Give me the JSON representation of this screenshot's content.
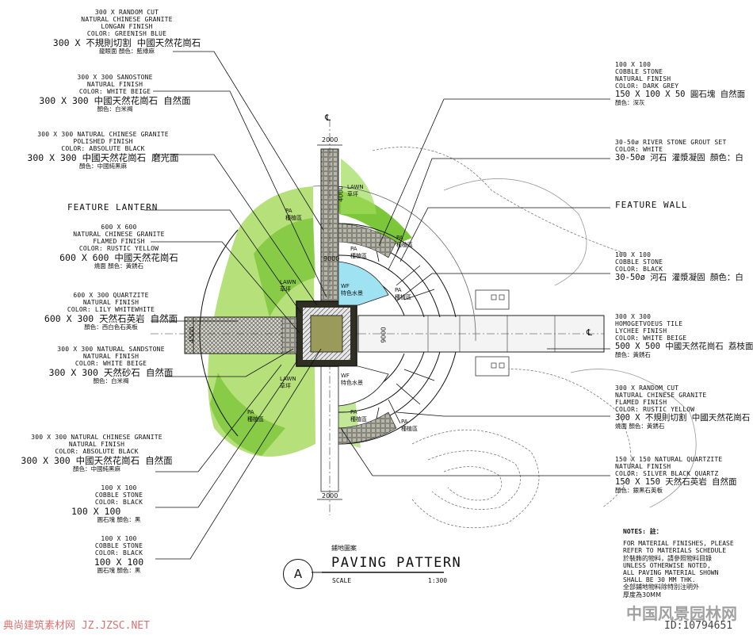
{
  "labels_left": [
    {
      "id": "l1",
      "lines": [
        "300 X RANDOM CUT",
        "NATURAL CHINESE GRANITE",
        "LONGAN FINISH",
        "COLOR: GREENISH BLUE"
      ],
      "big": "300 X 不規則切割 中國天然花崗石",
      "cn": "龍眼面  顏色：藍綠麻"
    },
    {
      "id": "l2",
      "lines": [
        "300 X 300 SANOSTONE",
        "NATURAL FINISH",
        "COLOR: WHITE BEIGE"
      ],
      "big": "300 X 300 中國天然花崗石 自然面",
      "cn": "顏色：白米褐"
    },
    {
      "id": "l3",
      "lines": [
        "300 X 300 NATURAL CHINESE GRANITE",
        "POLISHED FINISH",
        "COLOR: ABSOLUTE BLACK"
      ],
      "big": "300 X 300 中國天然花崗石 磨光面",
      "cn": "顏色：中國純黑麻"
    },
    {
      "id": "l4",
      "lines": [
        "600 X 600",
        "NATURAL CHINESE GRANITE",
        "FLAMED FINISH",
        "COLOR: RUSTIC YELLOW"
      ],
      "big": "600 X 600 中國天然花崗石",
      "cn": "燒面  顏色：黃銹石"
    },
    {
      "id": "l5",
      "lines": [
        "600 X 300 QUARTZITE",
        "NATURAL FINISH",
        "COLOR: LILY WHITEWHITE"
      ],
      "big": "600 X 300 天然石英岩 自然面",
      "cn": "顏色：西白色石英板"
    },
    {
      "id": "l6",
      "lines": [
        "300 X 300 NATURAL SANDSTONE",
        "NATURAL FINISH",
        "COLOR: WHITE BEIGE"
      ],
      "big": "300 X 300 天然砂石 自然面",
      "cn": "顏色：白米褐"
    },
    {
      "id": "l7",
      "lines": [
        "300 X 300 NATURAL CHINESE GRANITE",
        "NATURAL FINISH",
        "COLOR: ABSOLUTE BLACK"
      ],
      "big": "300 X 300 中國天然花崗石 自然面",
      "cn": "顏色：中國純黑麻"
    },
    {
      "id": "l8",
      "lines": [
        "100 X 100",
        "COBBLE STONE",
        "COLOR: BLACK"
      ],
      "big": "100 X 100",
      "cn": "圓石塊  顏色：黑"
    },
    {
      "id": "l9",
      "lines": [
        "100 X 100",
        "COBBLE STONE",
        "COLOR: BLACK"
      ],
      "big": "100 X 100",
      "cn": "圓石塊  顏色：黑"
    }
  ],
  "feature_lantern": "FEATURE LANTERN",
  "feature_wall": "FEATURE WALL",
  "labels_right": [
    {
      "id": "r1",
      "lines": [
        "100 X 100",
        "COBBLE STONE",
        "NATURAL FINISH",
        "COLOR: DARK GREY"
      ],
      "big": "150 X 100 X 50 圓石塊 自然面",
      "cn": "顏色：深灰"
    },
    {
      "id": "r2",
      "lines": [
        "30-50ø RIVER STONE GROUT SET",
        "COLOR: WHITE"
      ],
      "big": "30-50ø 河石  灌漿凝固  顏色：白",
      "cn": ""
    },
    {
      "id": "r3",
      "lines": [
        "100 X 100",
        "COBBLE STONE",
        "COLOR: BLACK"
      ],
      "big": "30-50ø 河石  灌漿凝固  顏色：白",
      "cn": ""
    },
    {
      "id": "r4",
      "lines": [
        "300 X 300",
        "HOMOGETVOEUS TILE",
        "LYCHEE FINISH",
        "COLOR: WHITE BEIGE"
      ],
      "big": "500 X 500 中國天然花崗石 荔枝面",
      "cn": "顏色：黃銹石"
    },
    {
      "id": "r5",
      "lines": [
        "300 X RANDOM CUT",
        "NATURAL CHINESE GRANITE",
        "FLAMED FINISH",
        "COLOR: RUSTIC YELLOW"
      ],
      "big": "300 X 不規則切割 中國天然花崗石",
      "cn": "燒面  顏色：黃銹石"
    },
    {
      "id": "r6",
      "lines": [
        "150 X 150 NATURAL QUARTZITE",
        "NATURAL FINISH",
        "COLOR: SILVER BLACK QUARTZ"
      ],
      "big": "150 X 150 天然石英岩 自然面",
      "cn": "顏色：銀黑石英板"
    }
  ],
  "plan_text": {
    "cl": "℄",
    "dim_top": "2000",
    "dim_bottom": "2000",
    "dim_4000": "4000",
    "dim_9000a": "9000",
    "dim_9000b": "9000",
    "dim_4500": "4500",
    "lawn": "LAWN",
    "lawn_cn": "草坪",
    "pa": "PA",
    "pa_cn": "種植區",
    "wf": "WF",
    "wf_cn": "特色水景"
  },
  "title_block": {
    "zh": "鋪地圖案",
    "title": "PAVING PATTERN",
    "scale_label": "SCALE",
    "scale_value": "1:300",
    "marker": "A"
  },
  "notes": {
    "head": "NOTES:  註：",
    "lines": [
      "FOR MATERIAL FINISHES, PLEASE",
      "REFER TO MATERIALS SCHEDULE",
      "於裝飾的物料，請參照物料目錄",
      "",
      "UNLESS OTHERWISE NOTED,",
      "ALL PAVING MATERIAL SHOWN",
      "SHALL BE 30 MM THK.",
      "全部鋪地物料除特別注明外",
      "厚度為30MM"
    ]
  },
  "watermark_left": "典尚建筑素材网 JZ.JZSC.NET",
  "watermark_right": "中国风景园林网",
  "watermark_right_id": "ID:10794651",
  "colors": {
    "lawn": "#8fd24a",
    "lawn_light": "#c6ea8f",
    "water": "#9fe3f3",
    "stone": "#8a8a6a",
    "line": "#111111"
  }
}
